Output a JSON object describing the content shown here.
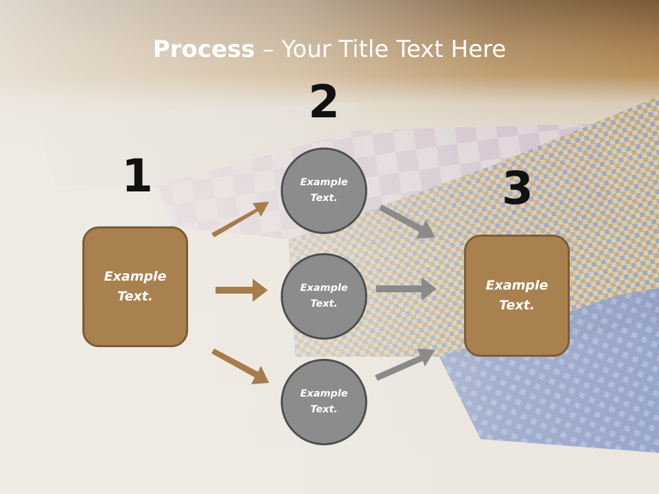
{
  "title": {
    "bold": "Process",
    "rest": " – Your Title Text Here"
  },
  "steps": [
    {
      "number": "1",
      "text": "Example\nText."
    },
    {
      "number": "2",
      "text": "Example\nText."
    },
    {
      "number": "3",
      "text": "Example\nText."
    }
  ],
  "circles": [
    {
      "text": "Example\nText."
    },
    {
      "text": "Example\nText."
    },
    {
      "text": "Example\nText."
    }
  ],
  "colors": {
    "box_fill": "#a9814f",
    "box_border": "#7d5c34",
    "circle_fill": "#8c8c8c",
    "circle_border": "#4e4e4e",
    "arrow_brown": "#a67c4a",
    "arrow_gray": "#8a8a8a"
  }
}
